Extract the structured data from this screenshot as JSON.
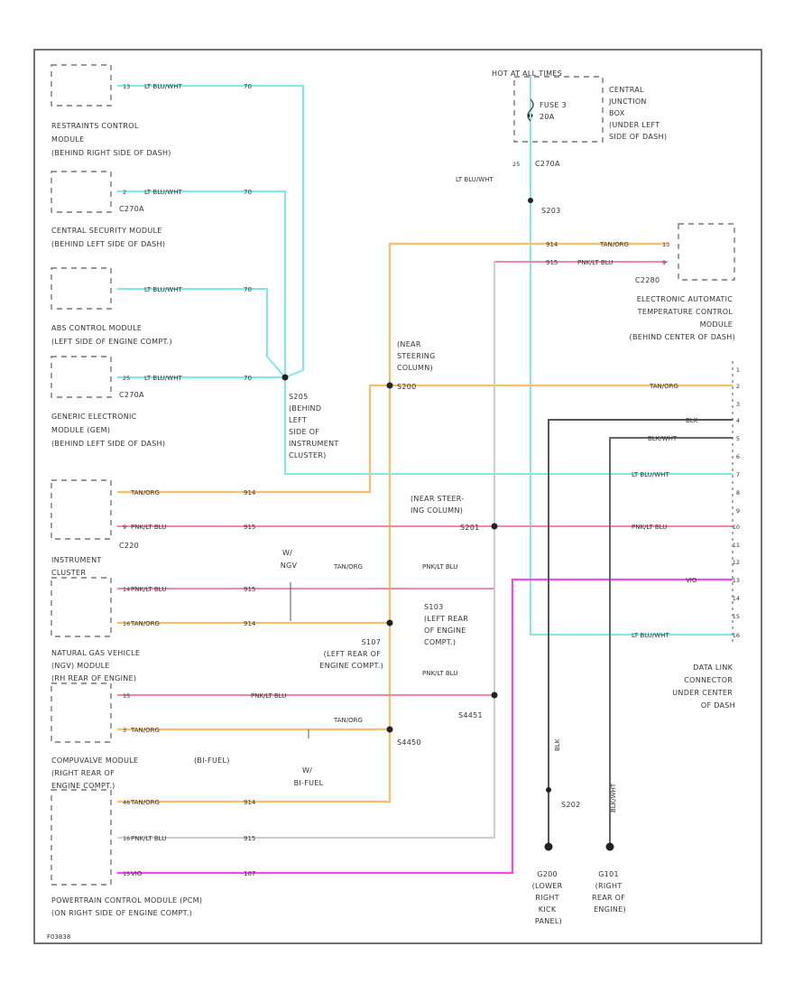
{
  "colors": {
    "lt_blu_wht": "#7fe8ec",
    "tan_org": "#f5bf6e",
    "pnk_lt_blu": "#ec8aa0",
    "vio": "#f04ae8",
    "gray_wire": "#c8c8cc",
    "blk": "#555555",
    "blk_wht": "#666666",
    "frame": "#444444"
  },
  "modules": {
    "restraints": [
      "RESTRAINTS CONTROL",
      "MODULE",
      "(BEHIND RIGHT SIDE OF DASH)"
    ],
    "central_security": [
      "CENTRAL SECURITY MODULE",
      "(BEHIND LEFT SIDE OF DASH)"
    ],
    "abs": [
      "ABS CONTROL MODULE",
      "(LEFT SIDE OF ENGINE COMPT.)"
    ],
    "gem": [
      "GENERIC ELECTRONIC",
      "MODULE (GEM)",
      "(BEHIND LEFT SIDE OF DASH)"
    ],
    "instrument_cluster": [
      "INSTRUMENT",
      "CLUSTER"
    ],
    "ngv": [
      "NATURAL GAS VEHICLE",
      "(NGV) MODULE",
      "(RH REAR OF ENGINE)"
    ],
    "compu_valve": [
      "COMPUVALVE MODULE",
      "(RIGHT REAR OF",
      "ENGINE COMPT.)"
    ],
    "bifuel_tag": "(BI-FUEL)",
    "pcm": [
      "POWERTRAIN CONTROL MODULE (PCM)",
      "(ON RIGHT SIDE OF ENGINE COMPT.)"
    ],
    "eatc": [
      "ELECTRONIC AUTOMATIC",
      "TEMPERATURE CONTROL",
      "MODULE",
      "(BEHIND CENTER OF DASH)"
    ],
    "cjb": [
      "CENTRAL",
      "JUNCTION",
      "BOX",
      "(UNDER LEFT",
      "SIDE OF DASH)"
    ],
    "dlc": [
      "DATA LINK",
      "CONNECTOR",
      "UNDER CENTER",
      "OF DASH"
    ]
  },
  "power": {
    "hot_label": "HOT AT ALL TIMES",
    "fuse": [
      "FUSE 3",
      "20A"
    ]
  },
  "connectors": {
    "c270a": "C270A",
    "c2280": "C2280",
    "c220": "C220",
    "s201": "S201",
    "s203": "S203",
    "s200": "S200",
    "s202": "S202"
  },
  "splices": {
    "s205": [
      "S205",
      "(BEHIND",
      "LEFT",
      "SIDE OF",
      "INSTRUMENT",
      "CLUSTER)"
    ],
    "rear_steering_1": [
      "(NEAR",
      "STEERING",
      "COLUMN)"
    ],
    "rear_steering_2": [
      "(NEAR STEER-",
      "ING COLUMN)"
    ],
    "s103": [
      "S103",
      "(LEFT REAR",
      "OF ENGINE",
      "COMPT.)"
    ],
    "s107": [
      "S107",
      "(LEFT REAR OF",
      "ENGINE COMPT.)"
    ],
    "s4450": "S4450",
    "s4451": "S4451",
    "s202_loc": [
      "(RIGHT",
      "REAR OF",
      "ENGINE)"
    ],
    "g200": [
      "G200",
      "(LOWER",
      "RIGHT",
      "KICK",
      "PANEL)"
    ],
    "g101": [
      "G101",
      "(RIGHT",
      "REAR OF",
      "ENGINE)"
    ],
    "ngv_tag": [
      "W/",
      "NGV"
    ],
    "bifuel_tag2": [
      "W/",
      "BI-FUEL"
    ]
  },
  "wires": {
    "lt_blu_wht": "LT BLU/WHT",
    "tan_org": "TAN/ORG",
    "pnk_lt_blu": "PNK/LT BLU",
    "vio": "VIO",
    "blk": "BLK",
    "blk_wht": "BLK/WHT",
    "circuit_914": "914",
    "circuit_915": "915",
    "circuit_70": "70",
    "circuit_107": "107",
    "blk_wht_vert": "BLK/WHT",
    "blk_vert": "BLK"
  },
  "pins": {
    "p13": "13",
    "p2": "2",
    "p9": "9",
    "p25": "25",
    "p3": "3",
    "p14": "14",
    "p16": "16",
    "p15": "15",
    "p46": "46",
    "dlc": [
      "1",
      "2",
      "3",
      "4",
      "5",
      "6",
      "7",
      "8",
      "9",
      "10",
      "11",
      "12",
      "13",
      "14",
      "15",
      "16"
    ]
  },
  "footer_code": "F03838"
}
